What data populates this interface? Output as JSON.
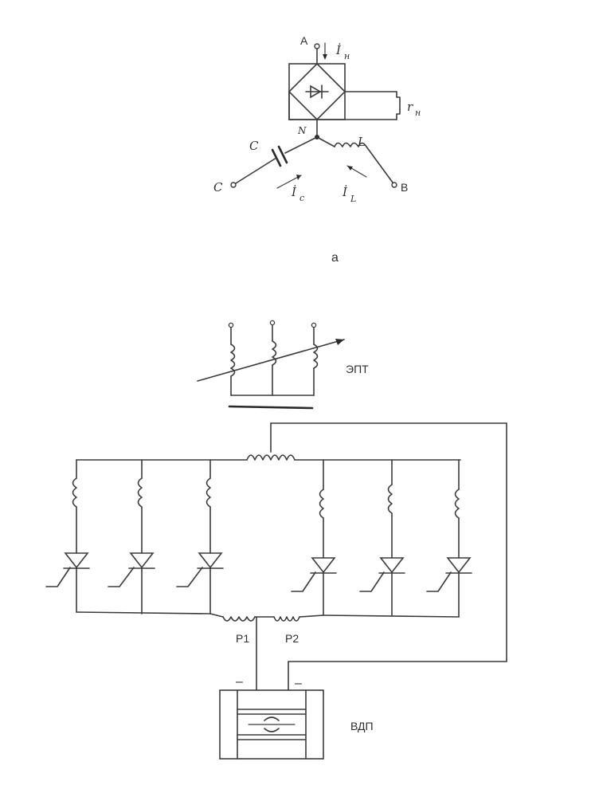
{
  "diagram_a": {
    "terminal_a": "A",
    "current_load": "İ",
    "current_load_sub": "н",
    "load_resistance": "r",
    "load_resistance_sub": "н",
    "neutral_point": "N",
    "capacitor": "C",
    "inductor": "L",
    "terminal_c": "C",
    "terminal_b": "B",
    "current_c": "İ",
    "current_c_sub": "c",
    "current_l": "İ",
    "current_l_sub": "L",
    "caption": "a"
  },
  "diagram_b": {
    "transformer_label": "ЭПТ",
    "reactor_1": "P1",
    "reactor_2": "P2",
    "minus_1": "–",
    "minus_2": "–",
    "machine_label": "ВДП"
  }
}
